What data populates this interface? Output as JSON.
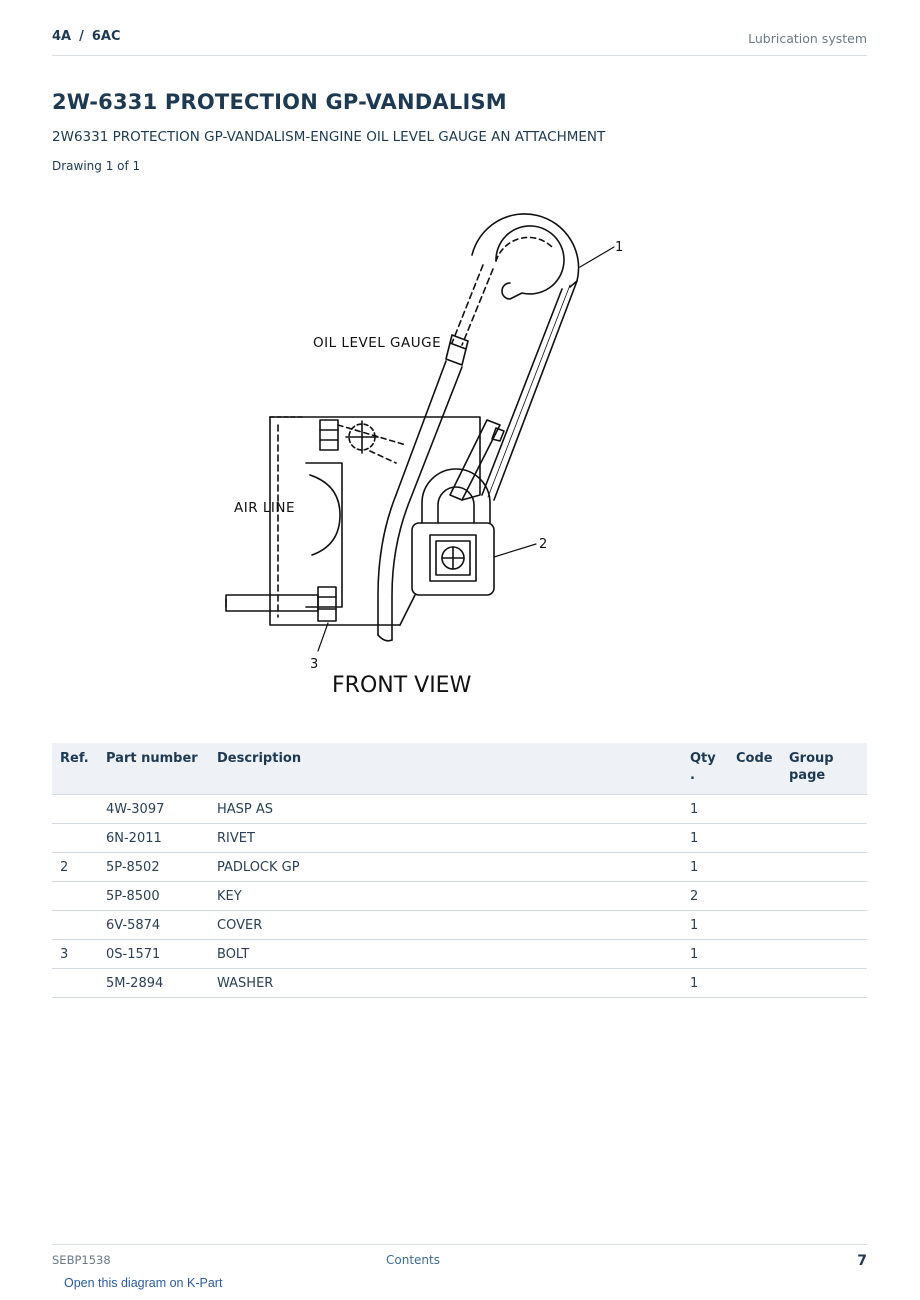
{
  "header": {
    "model_a": "4A",
    "separator": "/",
    "model_b": "6AC",
    "section": "Lubrication system"
  },
  "title": "2W-6331 PROTECTION GP-VANDALISM",
  "subtitle": "2W6331 PROTECTION GP-VANDALISM-ENGINE OIL LEVEL GAUGE AN ATTACHMENT",
  "drawing_count": "Drawing 1 of 1",
  "figure": {
    "labels": {
      "oil_level_gauge": "OIL LEVEL GAUGE",
      "air_line": "AIR LINE",
      "front_view": "FRONT VIEW",
      "callout_1": "1",
      "callout_2": "2",
      "callout_3": "3"
    }
  },
  "table": {
    "headers": {
      "ref": "Ref.",
      "part_number": "Part number",
      "description": "Description",
      "qty": "Qty .",
      "code": "Code",
      "group_page": "Group page"
    },
    "rows": [
      {
        "ref": "",
        "part_number": "4W-3097",
        "description": "HASP AS",
        "qty": "1",
        "code": "",
        "group_page": ""
      },
      {
        "ref": "",
        "part_number": "6N-2011",
        "description": "RIVET",
        "qty": "1",
        "code": "",
        "group_page": ""
      },
      {
        "ref": "2",
        "part_number": "5P-8502",
        "description": "PADLOCK GP",
        "qty": "1",
        "code": "",
        "group_page": ""
      },
      {
        "ref": "",
        "part_number": "5P-8500",
        "description": "KEY",
        "qty": "2",
        "code": "",
        "group_page": ""
      },
      {
        "ref": "",
        "part_number": "6V-5874",
        "description": "COVER",
        "qty": "1",
        "code": "",
        "group_page": ""
      },
      {
        "ref": "3",
        "part_number": "0S-1571",
        "description": "BOLT",
        "qty": "1",
        "code": "",
        "group_page": ""
      },
      {
        "ref": "",
        "part_number": "5M-2894",
        "description": "WASHER",
        "qty": "1",
        "code": "",
        "group_page": ""
      }
    ]
  },
  "footer": {
    "doc_id": "SEBP1538",
    "contents_label": "Contents",
    "page_number": "7",
    "kpart_link": "Open this diagram on K-Part"
  }
}
